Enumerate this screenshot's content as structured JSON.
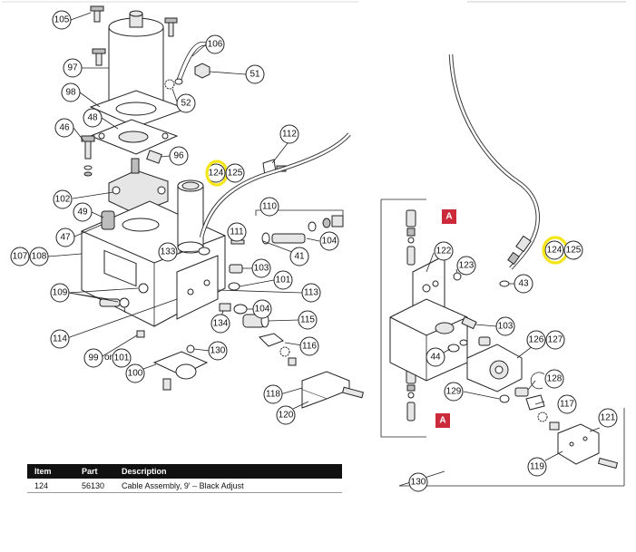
{
  "callouts": [
    "105",
    "106",
    "97",
    "51",
    "52",
    "98",
    "48",
    "46",
    "96",
    "112",
    "124",
    "125",
    "102",
    "110",
    "49",
    "111",
    "47",
    "104",
    "133",
    "107",
    "108",
    "103",
    "101",
    "109",
    "113",
    "41",
    "104",
    "134",
    "114",
    "115",
    "116",
    "130",
    "101",
    "99",
    "100",
    "118",
    "120",
    "122",
    "123",
    "124",
    "125",
    "43",
    "103",
    "126",
    "127",
    "44",
    "128",
    "117",
    "129",
    "121",
    "119",
    "130"
  ],
  "or_label": "or",
  "tags": [
    "A",
    "A"
  ],
  "legend": {
    "headers": [
      "Item",
      "Part",
      "Description"
    ],
    "rows": [
      [
        "124",
        "56130",
        "Cable Assembly, 9' – Black Adjust"
      ]
    ]
  },
  "colors": {
    "highlight": "#f4e61a",
    "tag_fill": "#cc2a3a",
    "header_fill": "#111111"
  }
}
